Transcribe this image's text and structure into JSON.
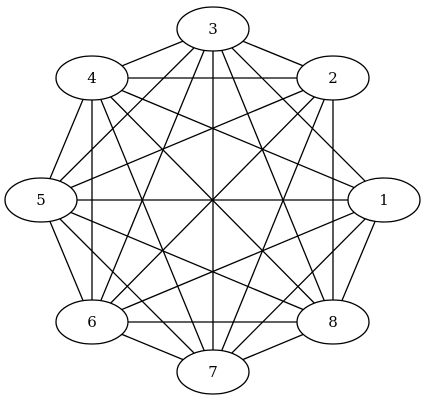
{
  "graph": {
    "type": "undirected",
    "colors": {
      "edge": "#000000",
      "node_fill": "#ffffff",
      "node_stroke": "#000000",
      "label": "#000000"
    },
    "nodes": [
      {
        "id": "1",
        "label": "1"
      },
      {
        "id": "2",
        "label": "2"
      },
      {
        "id": "3",
        "label": "3"
      },
      {
        "id": "4",
        "label": "4"
      },
      {
        "id": "5",
        "label": "5"
      },
      {
        "id": "6",
        "label": "6"
      },
      {
        "id": "7",
        "label": "7"
      },
      {
        "id": "8",
        "label": "8"
      }
    ],
    "edges": [
      [
        "3",
        "4"
      ],
      [
        "3",
        "2"
      ],
      [
        "3",
        "5"
      ],
      [
        "3",
        "6"
      ],
      [
        "3",
        "7"
      ],
      [
        "3",
        "8"
      ],
      [
        "3",
        "1"
      ],
      [
        "4",
        "2"
      ],
      [
        "4",
        "5"
      ],
      [
        "4",
        "6"
      ],
      [
        "4",
        "7"
      ],
      [
        "4",
        "8"
      ],
      [
        "4",
        "1"
      ],
      [
        "2",
        "5"
      ],
      [
        "2",
        "6"
      ],
      [
        "2",
        "7"
      ],
      [
        "2",
        "8"
      ],
      [
        "5",
        "1"
      ],
      [
        "5",
        "6"
      ],
      [
        "5",
        "7"
      ],
      [
        "5",
        "8"
      ],
      [
        "1",
        "6"
      ],
      [
        "1",
        "7"
      ],
      [
        "1",
        "8"
      ],
      [
        "6",
        "8"
      ],
      [
        "6",
        "7"
      ],
      [
        "7",
        "8"
      ]
    ]
  }
}
